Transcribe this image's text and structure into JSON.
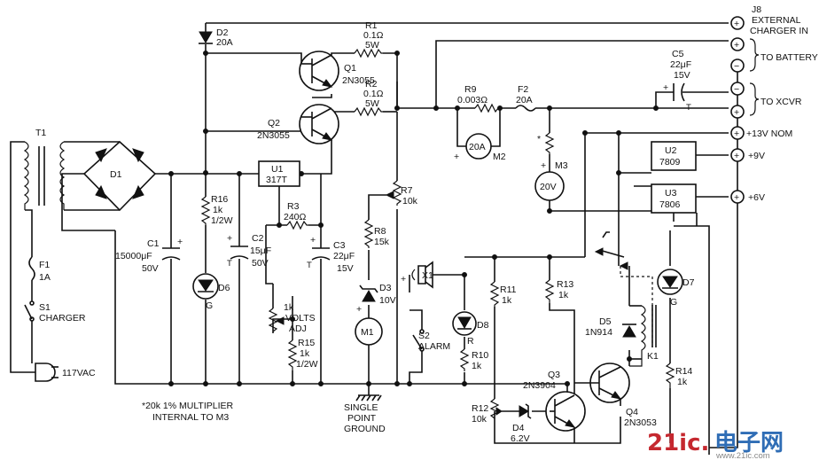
{
  "labels": {
    "j8": [
      "J8",
      "EXTERNAL",
      "CHARGER IN"
    ],
    "to_battery": "TO BATTERY",
    "to_xcvr": "TO XCVR",
    "v13": "+13V NOM",
    "v9": "+9V",
    "v6": "+6V",
    "t1": "T1",
    "d1": "D1",
    "f1": [
      "F1",
      "1A"
    ],
    "s1": [
      "S1",
      "CHARGER"
    ],
    "vac": "117VAC",
    "d2": [
      "D2",
      "20A"
    ],
    "r1": [
      "R1",
      "0.1Ω",
      "5W"
    ],
    "r2": [
      "R2",
      "0.1Ω",
      "5W"
    ],
    "q1": [
      "Q1",
      "2N3055"
    ],
    "q2": [
      "Q2",
      "2N3055"
    ],
    "u1": [
      "U1",
      "317T"
    ],
    "r3": [
      "R3",
      "240Ω"
    ],
    "r16": [
      "R16",
      "1k",
      "1/2W"
    ],
    "c1": [
      "C1",
      "15000μF",
      "50V"
    ],
    "c2": [
      "C2",
      "15μF",
      "50V"
    ],
    "c3": [
      "C3",
      "22μF",
      "15V"
    ],
    "d6": [
      "D6",
      "G"
    ],
    "vadj": [
      "1k",
      "VOLTS",
      "ADJ"
    ],
    "r15": [
      "R15",
      "1k",
      "1/2W"
    ],
    "r7": [
      "R7",
      "10k"
    ],
    "r8": [
      "R8",
      "15k"
    ],
    "d3": [
      "D3",
      "10V"
    ],
    "m1": "M1",
    "ground": [
      "SINGLE",
      "POINT",
      "GROUND"
    ],
    "x1": "X1",
    "s2": [
      "S2",
      "ALARM"
    ],
    "r9": [
      "R9",
      "0.003Ω"
    ],
    "f2": [
      "F2",
      "20A"
    ],
    "m2": [
      "20A",
      "M2"
    ],
    "m3": [
      "M3",
      "20V"
    ],
    "c5": [
      "C5",
      "22μF",
      "15V"
    ],
    "u2": [
      "U2",
      "7809"
    ],
    "u3": [
      "U3",
      "7806"
    ],
    "d7": [
      "D7",
      "G"
    ],
    "r11": [
      "R11",
      "1k"
    ],
    "r13": [
      "R13",
      "1k"
    ],
    "d8": [
      "D8",
      "R"
    ],
    "r10": [
      "R10",
      "1k"
    ],
    "d5": [
      "D5",
      "1N914"
    ],
    "k1": "K1",
    "q3": [
      "Q3",
      "2N3904"
    ],
    "q4": [
      "Q4",
      "2N3053"
    ],
    "r12": [
      "R12",
      "10k"
    ],
    "d4": [
      "D4",
      "6.2V"
    ],
    "r14": [
      "R14",
      "1k"
    ],
    "note": [
      "*20k 1% MULTIPLIER",
      "INTERNAL TO M3"
    ],
    "star": "*",
    "plus": "+",
    "minus": "−",
    "t": "T",
    "watermark": "21ic.电子网",
    "watermark_url": "www.21ic.com"
  }
}
